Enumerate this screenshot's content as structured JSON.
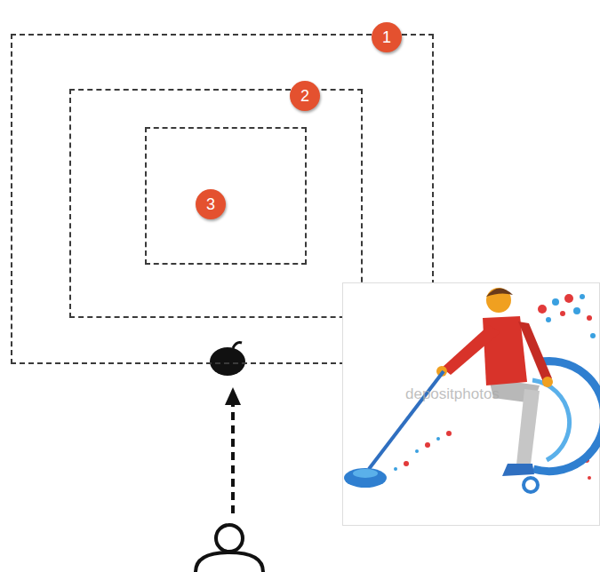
{
  "diagram": {
    "nodes": [
      {
        "text": [
          "1"
        ]
      },
      {
        "text": [
          "2"
        ],
        "in": 0
      },
      {
        "text": [
          "3"
        ],
        "in": 1
      }
    ],
    "labels": [
      "depositphotos"
    ]
  }
}
